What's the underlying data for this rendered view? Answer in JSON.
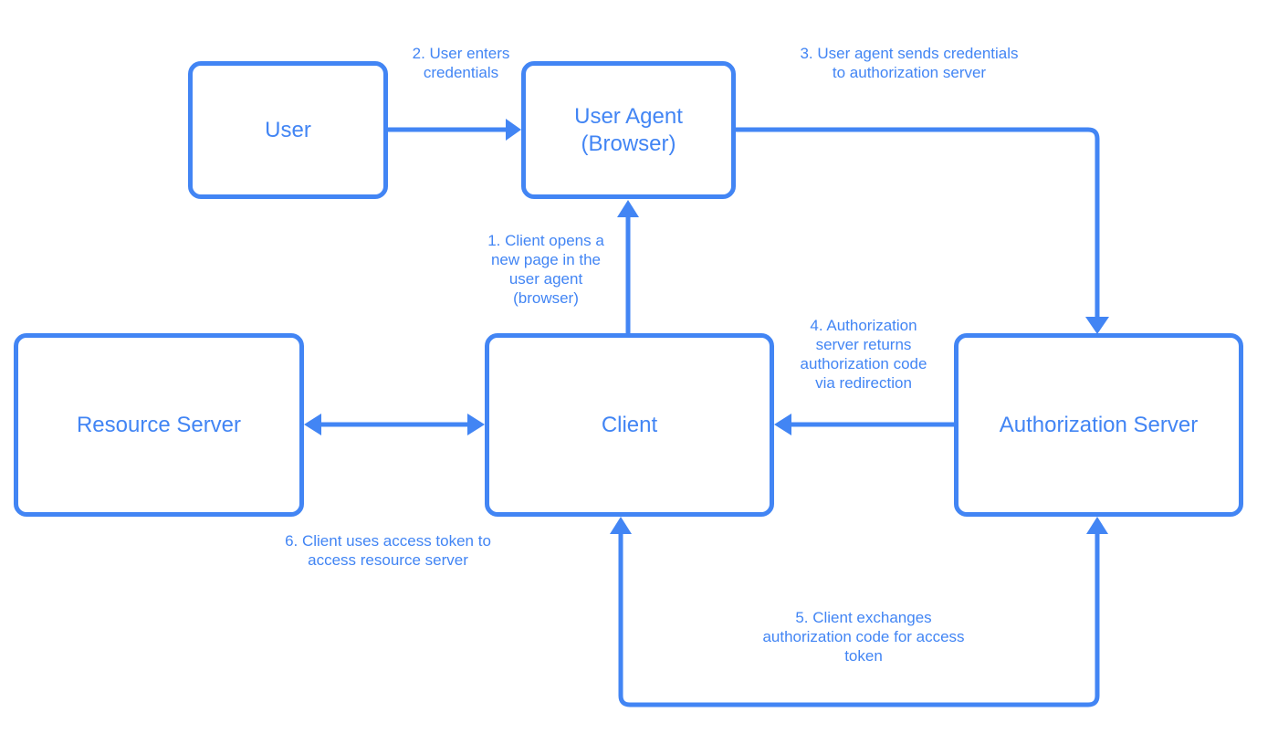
{
  "colors": {
    "accent": "#4285F4"
  },
  "nodes": {
    "user": "User",
    "user_agent": "User Agent\n(Browser)",
    "resource_server": "Resource Server",
    "client": "Client",
    "authorization_server": "Authorization Server"
  },
  "steps": {
    "step1": "1. Client opens a\nnew page in the\nuser agent\n(browser)",
    "step2": "2. User enters\ncredentials",
    "step3": "3. User agent sends credentials\nto authorization server",
    "step4": "4. Authorization\nserver returns\nauthorization code\nvia redirection",
    "step5": "5. Client exchanges\nauthorization code for access\ntoken",
    "step6": "6. Client uses access token to\naccess resource server"
  }
}
